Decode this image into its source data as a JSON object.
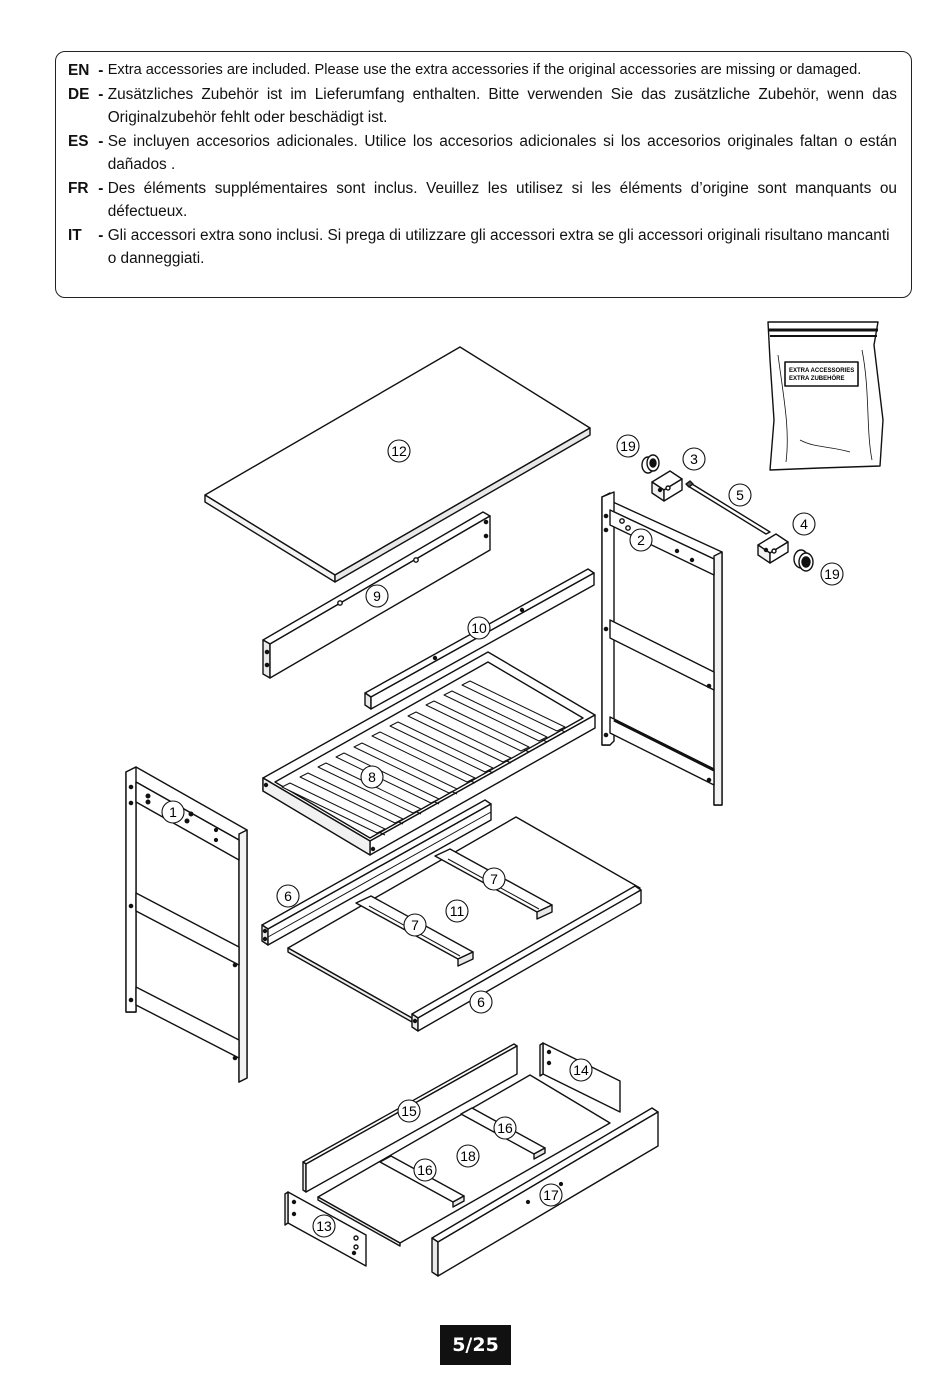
{
  "notice": {
    "rows": [
      {
        "code": "EN",
        "text": "Extra accessories are included. Please use the extra accessories if the original accessories are missing or damaged."
      },
      {
        "code": "DE",
        "text": "Zusätzliches Zubehör ist im Lieferumfang enthalten. Bitte verwenden Sie das zusätzliche Zubehör, wenn das Originalzubehör fehlt oder beschädigt ist."
      },
      {
        "code": "ES",
        "text": "Se incluyen accesorios adicionales. Utilice los accesorios adicionales si los accesorios originales faltan o están dañados ."
      },
      {
        "code": "FR",
        "text": "Des éléments supplémentaires sont inclus. Veuillez les utilisez si les éléments d’origine sont manquants ou défectueux."
      },
      {
        "code": "IT",
        "text": "Gli accessori extra sono inclusi. Si prega di utilizzare gli accessori extra se gli accessori originali risultano mancanti o danneggiati."
      }
    ]
  },
  "bag": {
    "line1": "EXTRA ACCESSORIES",
    "line2": "EXTRA ZUBEHÖRE"
  },
  "parts": {
    "p1": "1",
    "p2": "2",
    "p3": "3",
    "p4": "4",
    "p5": "5",
    "p6a": "6",
    "p6b": "6",
    "p7a": "7",
    "p7b": "7",
    "p8": "8",
    "p9": "9",
    "p10": "10",
    "p11": "11",
    "p12": "12",
    "p13": "13",
    "p14": "14",
    "p15": "15",
    "p16a": "16",
    "p16b": "16",
    "p17": "17",
    "p18": "18",
    "p19a": "19",
    "p19b": "19"
  },
  "page": {
    "number": "5/25"
  }
}
